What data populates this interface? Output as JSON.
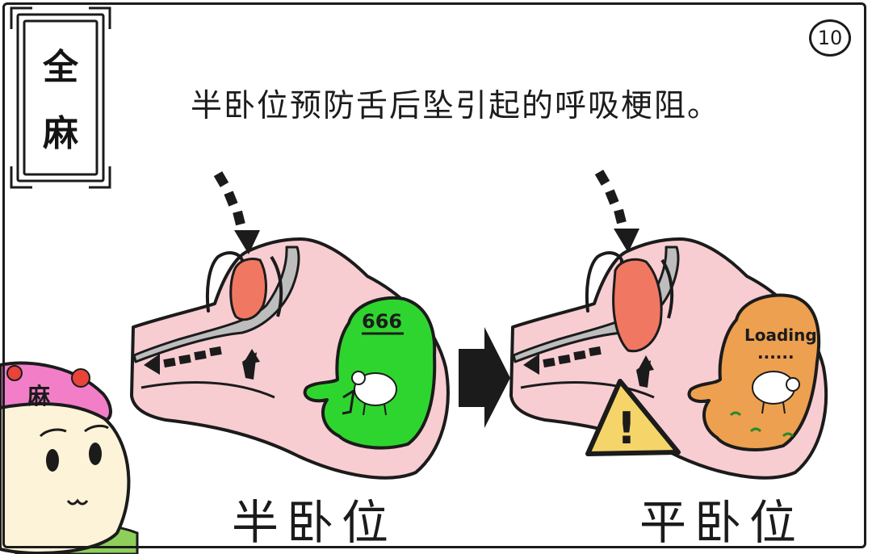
{
  "badge": {
    "line1": "全",
    "line2": "麻"
  },
  "page_number": "10",
  "title": "半卧位预防舌后坠引起的呼吸梗阻。",
  "panels": [
    {
      "caption": "半卧位",
      "brain_text": "666",
      "brain_color": "#2fd52f"
    },
    {
      "caption": "平卧位",
      "brain_text": "Loading",
      "brain_dots": "......",
      "brain_color": "#eda050"
    }
  ],
  "character_hat_text": "麻",
  "warning_symbol": "!",
  "colors": {
    "skin": "#f7cdd2",
    "tongue": "#f07862",
    "airway": "#bdbdbd",
    "warning": "#f5d46a",
    "hat": "#f27ec8",
    "face": "#fdf3d8",
    "collar": "#8ecf5b"
  }
}
